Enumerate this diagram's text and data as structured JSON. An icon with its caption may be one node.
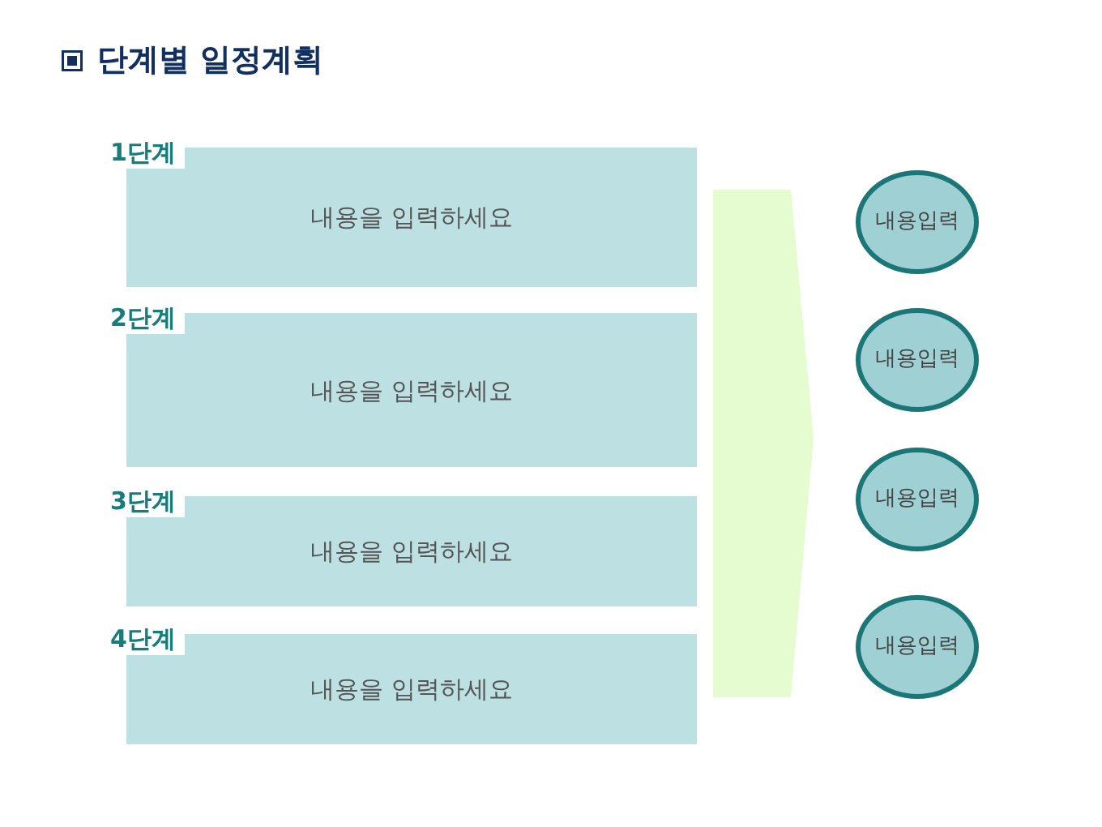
{
  "diagram": {
    "title": "단계별 일정계획",
    "nodes": [
      {
        "text": [
          "1단계",
          "내용을 입력하세요"
        ]
      },
      {
        "text": [
          "2단계",
          "내용을 입력하세요"
        ]
      },
      {
        "text": [
          "3단계",
          "내용을 입력하세요"
        ]
      },
      {
        "text": [
          "4단계",
          "내용을 입력하세요"
        ]
      },
      {
        "text": [],
        "shape": "arrow"
      },
      {
        "text": [
          "내용입력"
        ]
      },
      {
        "text": [
          "내용입력"
        ]
      },
      {
        "text": [
          "내용입력"
        ]
      },
      {
        "text": [
          "내용입력"
        ]
      }
    ]
  }
}
